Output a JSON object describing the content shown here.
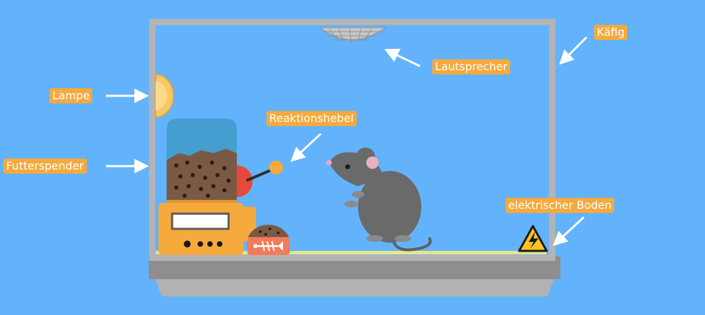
{
  "labels": {
    "cage": "Käfig",
    "speaker": "Lautsprecher",
    "lamp": "Lampe",
    "lever": "Reaktionshebel",
    "dispenser": "Futterspender",
    "floor": "elektrischer Boden"
  },
  "colors": {
    "background": "#62b3fb",
    "cage_frame": "#b4b4b4",
    "base": "#8e8e8e",
    "label_bg": "#f6a93c",
    "arrow": "#ffffff",
    "mouse": "#6a6a6a",
    "food": "#7a5a45",
    "dispenser_body": "#f6a93c",
    "warning": "#f7c325"
  },
  "icons": {
    "lamp": "lamp-icon",
    "speaker": "speaker-icon",
    "warning": "high-voltage-warning-icon",
    "bowl": "fish-bone-bowl-icon"
  }
}
